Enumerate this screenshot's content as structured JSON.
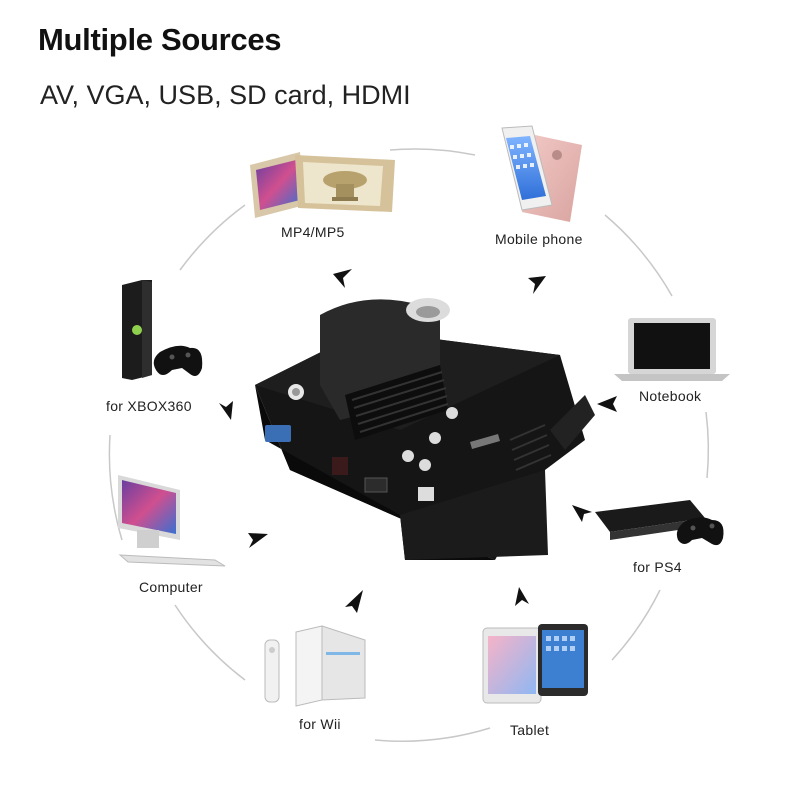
{
  "heading": {
    "title": "Multiple Sources",
    "subtitle": "AV, VGA, USB, SD card, HDMI"
  },
  "devices": [
    {
      "id": "mp4",
      "label": "MP4/MP5"
    },
    {
      "id": "phone",
      "label": "Mobile phone"
    },
    {
      "id": "notebook",
      "label": "Notebook"
    },
    {
      "id": "ps4",
      "label": "for PS4"
    },
    {
      "id": "tablet",
      "label": "Tablet"
    },
    {
      "id": "wii",
      "label": "for Wii"
    },
    {
      "id": "computer",
      "label": "Computer"
    },
    {
      "id": "xbox",
      "label": "for XBOX360"
    }
  ],
  "colors": {
    "projector": "#111111",
    "circle": "#c8c8c8",
    "arrow": "#111111"
  },
  "icons": [
    "projector",
    "mp4-player",
    "smartphone",
    "laptop",
    "game-console",
    "tablet",
    "wii-console",
    "desktop-computer",
    "xbox-console",
    "arrow"
  ]
}
